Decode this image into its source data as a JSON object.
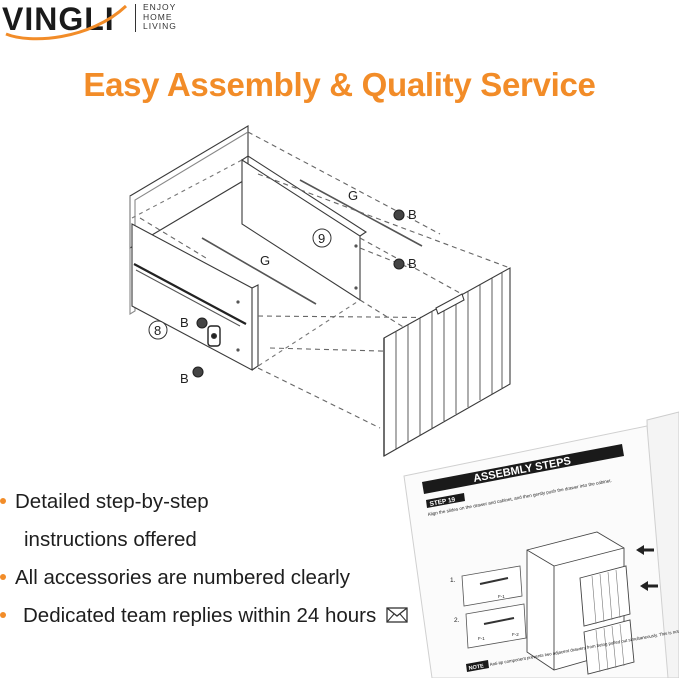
{
  "brand": {
    "name": "VINGLI",
    "tagline": [
      "ENJOY",
      "HOME",
      "LIVING"
    ]
  },
  "title": "Easy Assembly & Quality Service",
  "diagram": {
    "labels": {
      "g_top": "G",
      "g_mid": "G",
      "b1": "B",
      "b2": "B",
      "b3": "B",
      "b4": "B",
      "step_9": "9",
      "step_8": "8"
    }
  },
  "manual": {
    "heading": "ASSEBMLY STEPS",
    "step": "STEP 19",
    "instruction": "Align the slides on the drawer and cabinet, and then gently push the drawer into the cabinet.",
    "note_label": "NOTE",
    "note_text": "Anti-tip component prevents two adjacent drawers from being pulled out simultaneously. This is not a product defect.",
    "f1": "F-1",
    "f1b": "F-1",
    "f2": "F-2",
    "n1": "1.",
    "n2": "2."
  },
  "bullets": [
    "Detailed step-by-step",
    "instructions offered",
    "All accessories are numbered clearly",
    "Dedicated team replies within 24 hours"
  ],
  "colors": {
    "accent": "#f28c28",
    "text": "#1e1e1e"
  },
  "icons": [
    "mail-icon"
  ]
}
